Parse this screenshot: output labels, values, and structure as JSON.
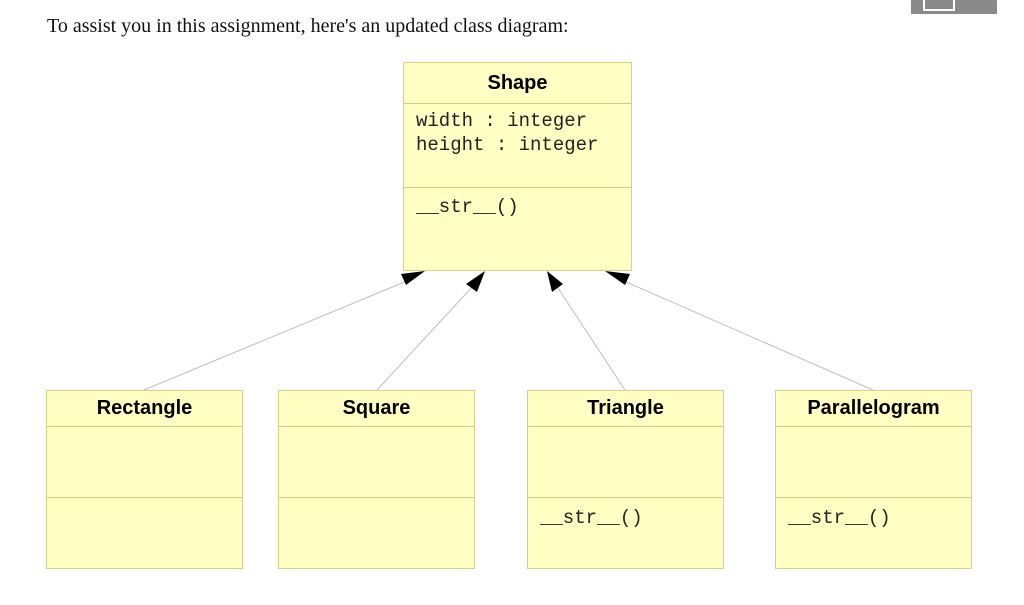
{
  "intro_text": "To assist you in this assignment, here's an updated class diagram:",
  "colors": {
    "class_fill": "#ffffc3",
    "class_border": "#d6d08a",
    "edge": "#bdbdbd",
    "arrowhead": "#000000"
  },
  "diagram": {
    "superclass": {
      "name": "Shape",
      "attributes": [
        "width : integer",
        "height : integer"
      ],
      "methods": [
        "__str__()"
      ]
    },
    "subclasses": [
      {
        "name": "Rectangle",
        "attributes": [],
        "methods": []
      },
      {
        "name": "Square",
        "attributes": [],
        "methods": []
      },
      {
        "name": "Triangle",
        "attributes": [],
        "methods": [
          "__str__()"
        ]
      },
      {
        "name": "Parallelogram",
        "attributes": [],
        "methods": [
          "__str__()"
        ]
      }
    ],
    "relationships": [
      {
        "from": "Rectangle",
        "to": "Shape",
        "type": "inheritance"
      },
      {
        "from": "Square",
        "to": "Shape",
        "type": "inheritance"
      },
      {
        "from": "Triangle",
        "to": "Shape",
        "type": "inheritance"
      },
      {
        "from": "Parallelogram",
        "to": "Shape",
        "type": "inheritance"
      }
    ]
  }
}
